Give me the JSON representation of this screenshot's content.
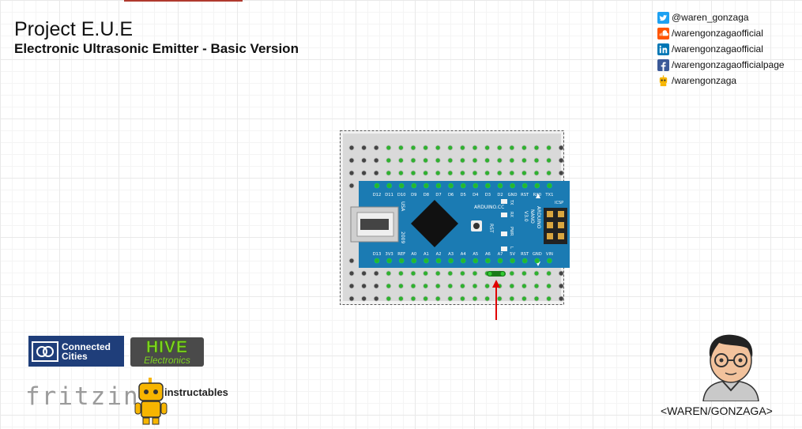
{
  "header": {
    "title": "Project E.U.E",
    "subtitle": "Electronic Ultrasonic Emitter - Basic Version"
  },
  "social": [
    {
      "icon": "twitter-icon",
      "label": "@waren_gonzaga",
      "color": "#1da1f2"
    },
    {
      "icon": "soundcloud-icon",
      "label": "/warengonzagaofficial",
      "color": "#ff5500"
    },
    {
      "icon": "linkedin-icon",
      "label": "/warengonzagaofficial",
      "color": "#0077b5"
    },
    {
      "icon": "facebook-icon",
      "label": "/warengonzagaofficialpage",
      "color": "#3b5998"
    },
    {
      "icon": "instructables-robot-icon",
      "label": "/warengonzaga",
      "color": "#f7b500"
    }
  ],
  "logos": {
    "connected_cities": [
      "Connected",
      "Cities"
    ],
    "hive": [
      "HIVE",
      "Electronics"
    ],
    "fritzing": "fritzing",
    "instructables": "instructables"
  },
  "author": {
    "name": "<WAREN/GONZAGA>"
  },
  "board": {
    "top_pins": [
      "D12",
      "D11",
      "D10",
      "D9",
      "D8",
      "D7",
      "D6",
      "D5",
      "D4",
      "D3",
      "D2",
      "GND",
      "RST",
      "RX0",
      "TX1"
    ],
    "bottom_pins": [
      "D13",
      "3V3",
      "REF",
      "A0",
      "A1",
      "A2",
      "A3",
      "A4",
      "A5",
      "A6",
      "A7",
      "5V",
      "RST",
      "GND",
      "VIN"
    ],
    "brand": "ARDUINO.CC",
    "model": [
      "ARDUINO",
      "NANO",
      "V3.0"
    ],
    "usb": "USA",
    "year": "2009",
    "icsp": "ICSP",
    "led_labels": [
      "TX",
      "RX",
      "PWR",
      "L"
    ],
    "rst_label": "RST",
    "colors": {
      "board": "#1b7bb3",
      "chip": "#111111",
      "wire": "#1a7a1a",
      "arrow": "#e00000"
    }
  }
}
